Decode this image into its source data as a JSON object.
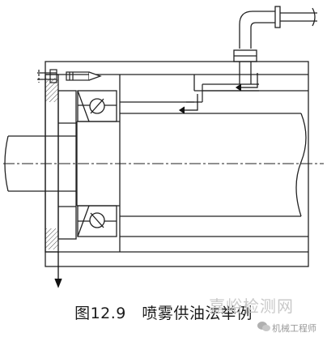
{
  "caption": "图12.9　喷雾供油法举例",
  "watermark": {
    "main": "嘉峪检测网",
    "sub": "机械工程师"
  },
  "icons": [
    "nozzle-icon",
    "oil-flow-arrow-icon",
    "drain-arrow-icon",
    "wechat-logo-icon"
  ]
}
